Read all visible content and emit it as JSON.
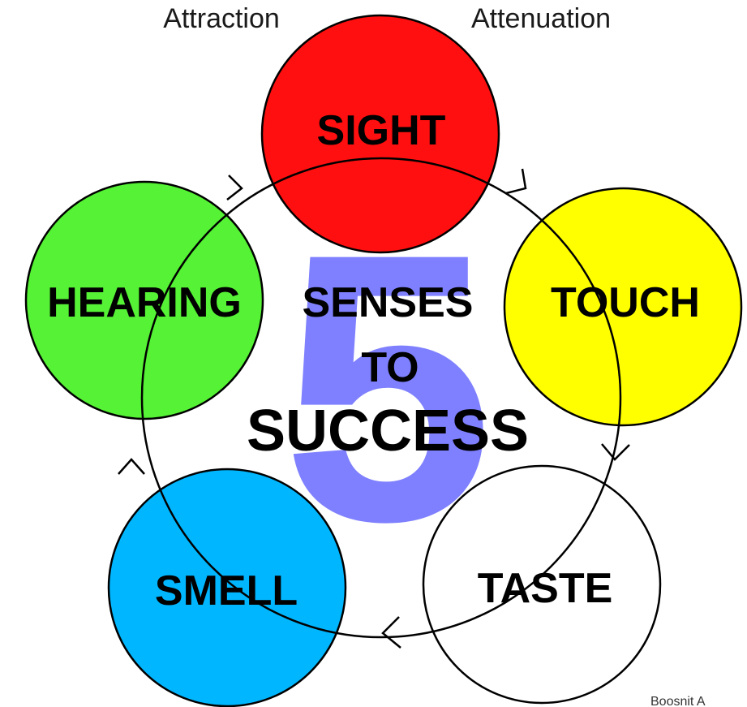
{
  "labels": {
    "attraction": "Attraction",
    "attenuation": "Attenuation",
    "credit": "Boosnit A"
  },
  "senses": {
    "sight": {
      "label": "SIGHT",
      "color": "#ff0f0f"
    },
    "touch": {
      "label": "TOUCH",
      "color": "#ffff00"
    },
    "taste": {
      "label": "TASTE",
      "color": "#ffffff"
    },
    "smell": {
      "label": "SMELL",
      "color": "#00b7ff"
    },
    "hearing": {
      "label": "HEARING",
      "color": "#55f235"
    }
  },
  "center": {
    "number": "5",
    "number_color": "#7f80ff",
    "line1": "SENSES",
    "line2": "TO",
    "line3": "SUCCESS"
  },
  "icons": {
    "arrow": "open-chevron-arrowhead"
  }
}
